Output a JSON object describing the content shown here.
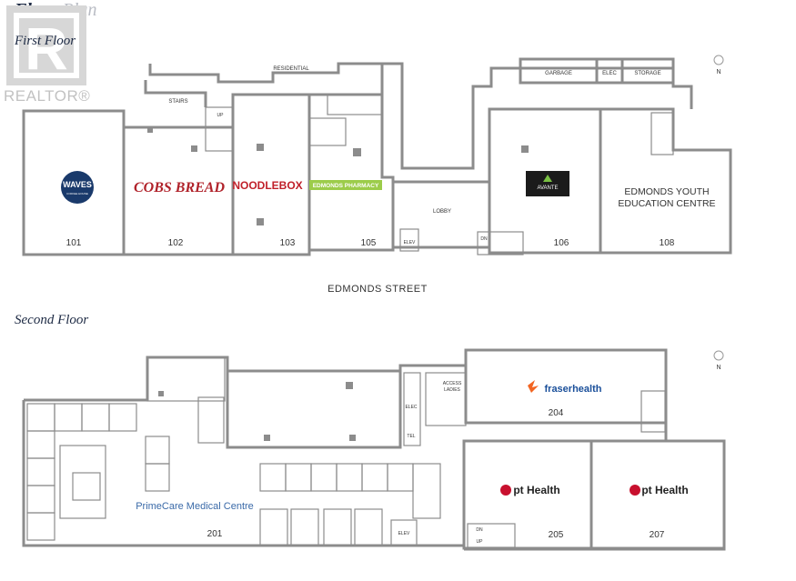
{
  "title": {
    "main": "Floor",
    "secondary": "Plan"
  },
  "branding": {
    "realtor": "REALTOR®"
  },
  "first_floor": {
    "label": "First Floor",
    "street": "EDMONDS STREET",
    "compass": "N",
    "areas": {
      "residential": "RESIDENTIAL",
      "stairs": "STAIRS",
      "garbage": "GARBAGE",
      "elec": "ELEC",
      "storage": "STORAGE",
      "lobby": "LOBBY",
      "elev": "ELEV",
      "up": "UP",
      "dn": "DN"
    },
    "units": [
      {
        "number": "101",
        "tenant": "WAVES",
        "tenant_sub": "COFFEE HOUSE"
      },
      {
        "number": "102",
        "tenant": "COBS BREAD"
      },
      {
        "number": "103",
        "tenant": "NOODLEBOX"
      },
      {
        "number": "105",
        "tenant": "EDMONDS PHARMACY"
      },
      {
        "number": "106",
        "tenant": "AVANTE"
      },
      {
        "number": "108",
        "tenant_line1": "EDMONDS YOUTH",
        "tenant_line2": "EDUCATION CENTRE"
      }
    ]
  },
  "second_floor": {
    "label": "Second Floor",
    "compass": "N",
    "areas": {
      "elev": "ELEV",
      "tel": "TEL",
      "elec": "ELEC",
      "access": "ACCESS",
      "ladies": "LADIES",
      "up": "UP",
      "dn": "DN"
    },
    "units": [
      {
        "number": "201",
        "tenant": "PrimeCare Medical Centre"
      },
      {
        "number": "204",
        "tenant": "fraserhealth"
      },
      {
        "number": "205",
        "tenant": "pt Health"
      },
      {
        "number": "207",
        "tenant": "pt Health"
      }
    ]
  },
  "colors": {
    "wall": "#8c8c8c",
    "waves": "#1a3a6b",
    "cobs": "#b0222a",
    "noodlebox": "#c0202a",
    "pharmacy": "#9ccc4a",
    "avante": "#1b1b1b",
    "avante_accent": "#7ac143",
    "fraser_blue": "#1a4f9a",
    "fraser_orange": "#f26522",
    "pt_red": "#c8102e",
    "primecare": "#3a6aa8"
  }
}
